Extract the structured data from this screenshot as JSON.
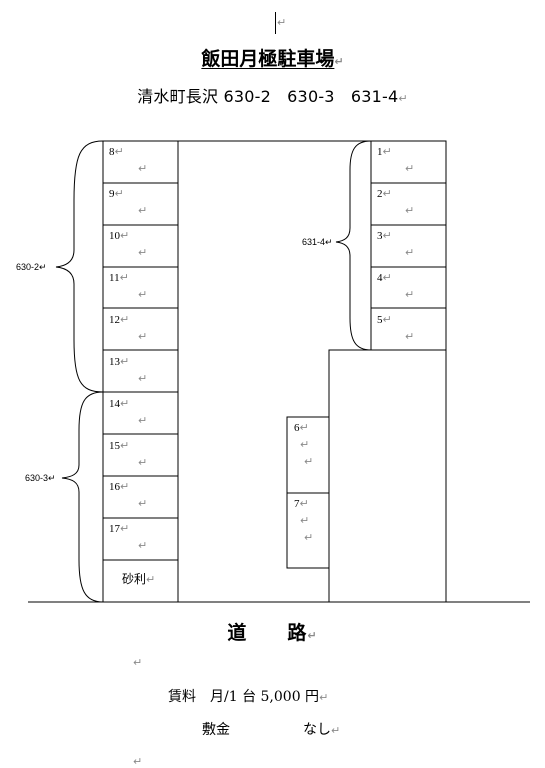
{
  "header": {
    "cursor_mark": "↵",
    "title": "飯田月極駐車場",
    "title_mark": "↵",
    "address": "清水町長沢 630-2　630-3　631-4",
    "address_mark": "↵"
  },
  "left_column": [
    {
      "num": "8",
      "mark": "↵",
      "mark2": "↵"
    },
    {
      "num": "9",
      "mark": "↵",
      "mark2": "↵"
    },
    {
      "num": "10",
      "mark": "↵",
      "mark2": "↵"
    },
    {
      "num": "11",
      "mark": "↵",
      "mark2": "↵"
    },
    {
      "num": "12",
      "mark": "↵",
      "mark2": "↵"
    },
    {
      "num": "13",
      "mark": "↵",
      "mark2": "↵"
    },
    {
      "num": "14",
      "mark": "↵",
      "mark2": "↵"
    },
    {
      "num": "15",
      "mark": "↵",
      "mark2": "↵"
    },
    {
      "num": "16",
      "mark": "↵",
      "mark2": "↵"
    },
    {
      "num": "17",
      "mark": "↵",
      "mark2": "↵"
    },
    {
      "num": "砂利",
      "mark": "↵",
      "mark2": ""
    }
  ],
  "right_column": [
    {
      "num": "1",
      "mark": "↵",
      "mark2": "↵"
    },
    {
      "num": "2",
      "mark": "↵",
      "mark2": "↵"
    },
    {
      "num": "3",
      "mark": "↵",
      "mark2": "↵"
    },
    {
      "num": "4",
      "mark": "↵",
      "mark2": "↵"
    },
    {
      "num": "5",
      "mark": "↵",
      "mark2": "↵"
    }
  ],
  "middle_column": [
    {
      "num": "6",
      "mark": "↵",
      "mark2": "↵",
      "mark3": "↵"
    },
    {
      "num": "7",
      "mark": "↵",
      "mark2": "↵",
      "mark3": "↵"
    }
  ],
  "groups": {
    "g1": "630-2↵",
    "g2": "630-3↵",
    "g3": "631-4↵"
  },
  "road": {
    "label": "道　　路",
    "mark": "↵"
  },
  "fees": {
    "blank_mark": "↵",
    "rent": "賃料　月/1 台 5,000 円",
    "rent_mark": "↵",
    "deposit_label": "敷金",
    "deposit_value": "なし",
    "deposit_mark": "↵",
    "end_mark": "↵"
  }
}
